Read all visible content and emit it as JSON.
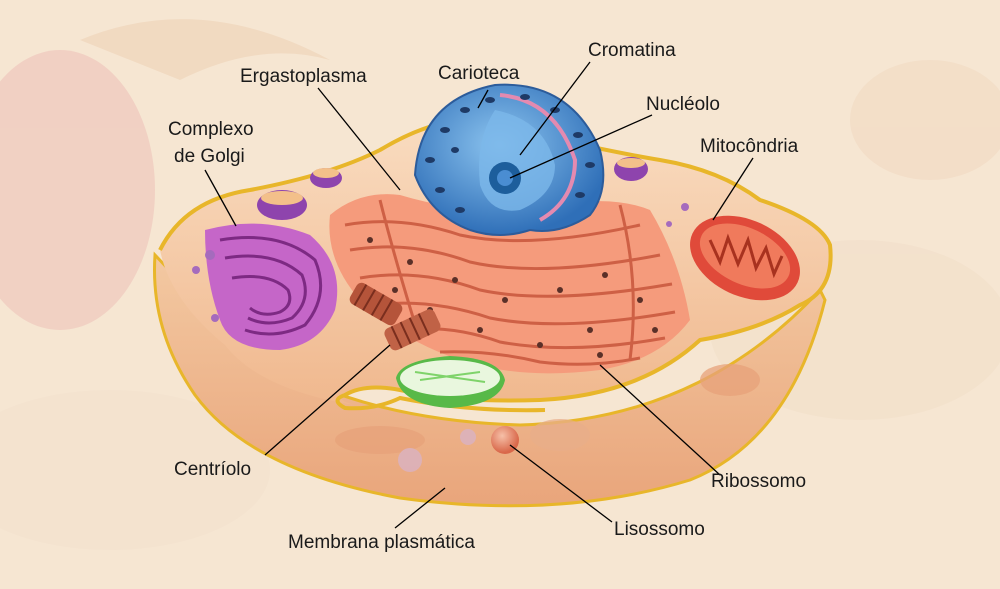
{
  "labels": {
    "carioteca": "Carioteca",
    "cromatina": "Cromatina",
    "ergastoplasma": "Ergastoplasma",
    "nucleolo": "Nucléolo",
    "complexo_line1": "Complexo",
    "complexo_line2": "de Golgi",
    "mitocondria": "Mitocôndria",
    "centriolo": "Centríolo",
    "ribossomo": "Ribossomo",
    "membrana": "Membrana plasmática",
    "lisossomo": "Lisossomo"
  },
  "colors": {
    "background": "#f6e6d2",
    "cytoplasm": "#f6c79a",
    "membrane": "#e8b62a",
    "nucleus": "#3c86cf",
    "nucleolus": "#1d5e9c",
    "er": "#f59b7c",
    "golgi": "#b64fb8",
    "mitochondria": "#e04a3a",
    "vacuole": "#7fd36a",
    "lysosome": "#e8886a",
    "vesicle": "#9b59b6"
  }
}
